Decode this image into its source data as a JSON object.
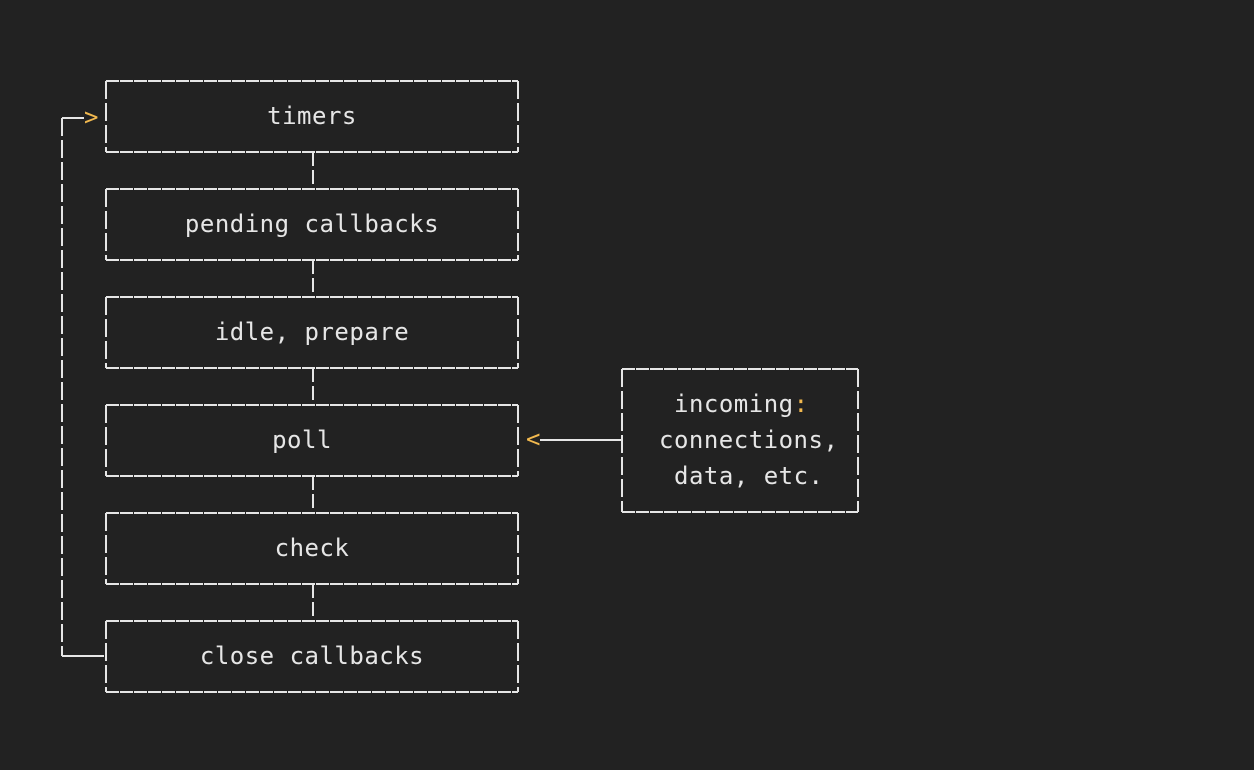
{
  "colors": {
    "background": "#222222",
    "line": "#e6e6e6",
    "text": "#e6e6e6",
    "accent": "#f2b94f"
  },
  "phases": [
    {
      "label": "timers"
    },
    {
      "label": "pending callbacks"
    },
    {
      "label": "idle, prepare"
    },
    {
      "label": "poll"
    },
    {
      "label": "check"
    },
    {
      "label": "close callbacks"
    }
  ],
  "incoming": {
    "title": "incoming",
    "title_colon": ":",
    "line2": "connections,",
    "line3": "data, etc."
  },
  "arrows": {
    "loop_head": ">",
    "incoming_head": "<"
  }
}
